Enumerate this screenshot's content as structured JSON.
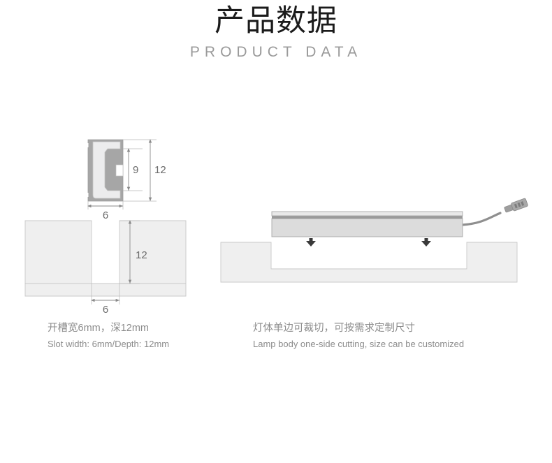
{
  "header": {
    "title_cn": "产品数据",
    "title_en": "PRODUCT DATA"
  },
  "left_diagram": {
    "name": "profile-cross-section-and-slot",
    "dimensions": {
      "profile_width": "6",
      "profile_inner_height": "9",
      "profile_total_height": "12",
      "slot_depth": "12",
      "slot_width": "6"
    },
    "caption_cn": "开槽宽6mm，深12mm",
    "caption_en": "Slot width: 6mm/Depth: 12mm"
  },
  "right_diagram": {
    "name": "lamp-body-installation",
    "caption_cn": "灯体单边可裁切，可按需求定制尺寸",
    "caption_en": "Lamp body one-side cutting, size can be customized",
    "arrow_icons": [
      "down-arrow-icon",
      "down-arrow-icon"
    ],
    "cable": "power-cable-with-connector"
  },
  "colors": {
    "background": "#ffffff",
    "title": "#1b1b1b",
    "subtitle": "#9a9a9a",
    "caption": "#8c8c8c",
    "dimension_line": "#8a8a8a",
    "dimension_text": "#6b6b6b",
    "profile_body": "#a6a6a6",
    "profile_inner": "#ececed",
    "wall_fill": "#efefef",
    "wall_stroke": "#c8c8c8",
    "lamp_body": "#dcdcdc",
    "lamp_top": "#e9e9e9",
    "lamp_divider": "#9a9a9a",
    "cable": "#8f8f8f",
    "arrow": "#3a3a3a"
  }
}
